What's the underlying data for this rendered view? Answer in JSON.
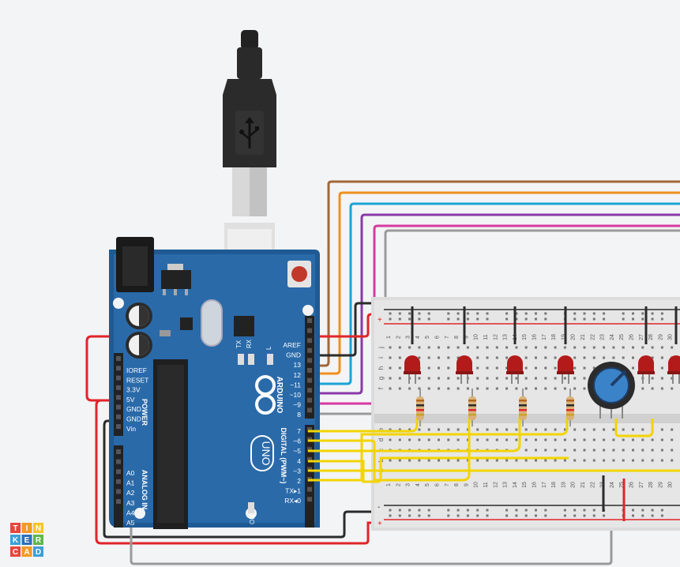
{
  "board": {
    "pins_right_top": [
      "AREF",
      "GND",
      "13",
      "12",
      "~11",
      "~10",
      "~9",
      "8"
    ],
    "pins_right_bottom": [
      "7",
      "~6",
      "~5",
      "4",
      "~3",
      "2",
      "TX▸1",
      "RX◂0"
    ],
    "pins_left_power": [
      "IOREF",
      "RESET",
      "3.3V",
      "5V",
      "GND",
      "GND",
      "Vin"
    ],
    "pins_left_analog": [
      "A0",
      "A1",
      "A2",
      "A3",
      "A4",
      "A5"
    ],
    "label_power": "POWER",
    "label_analog": "ANALOG IN",
    "label_digital": "DIGITAL (PWM~)",
    "label_arduino": "ARDUINO",
    "label_uno": "UNO",
    "label_tx": "TX",
    "label_rx": "RX",
    "label_l": "L",
    "label_on": "ON"
  },
  "breadboard": {
    "row_letters_top": [
      "j",
      "i",
      "h",
      "g",
      "f"
    ],
    "row_letters_bottom": [
      "e",
      "d",
      "c",
      "b",
      "a"
    ],
    "plus": "+",
    "minus": "-",
    "column_numbers": [
      "1",
      "2",
      "3",
      "4",
      "5",
      "6",
      "7",
      "8",
      "9",
      "10",
      "11",
      "12",
      "13",
      "14",
      "15",
      "16",
      "17",
      "18",
      "19",
      "20",
      "21",
      "22",
      "23",
      "24",
      "25",
      "26",
      "27",
      "28",
      "29",
      "30"
    ]
  },
  "logo": {
    "letters": [
      "T",
      "I",
      "N",
      "K",
      "E",
      "R",
      "C",
      "A",
      "D"
    ],
    "colors": [
      "#e8453c",
      "#f19a26",
      "#f5c626",
      "#3aa0d8",
      "#2f6fb7",
      "#5fb846",
      "#e8453c",
      "#f19a26",
      "#3aa0d8"
    ]
  },
  "wire_colors": {
    "red": "#e0252a",
    "black": "#2b2b2b",
    "brown": "#a0683a",
    "orange": "#f0901e",
    "cyan": "#1aa3d6",
    "purple": "#8a3aa8",
    "magenta": "#d63aa0",
    "gray": "#9a9a9a",
    "yellow": "#f2d400"
  },
  "icons": [
    "usb-icon",
    "arduino-infinity-icon",
    "potentiometer-knob-icon"
  ]
}
